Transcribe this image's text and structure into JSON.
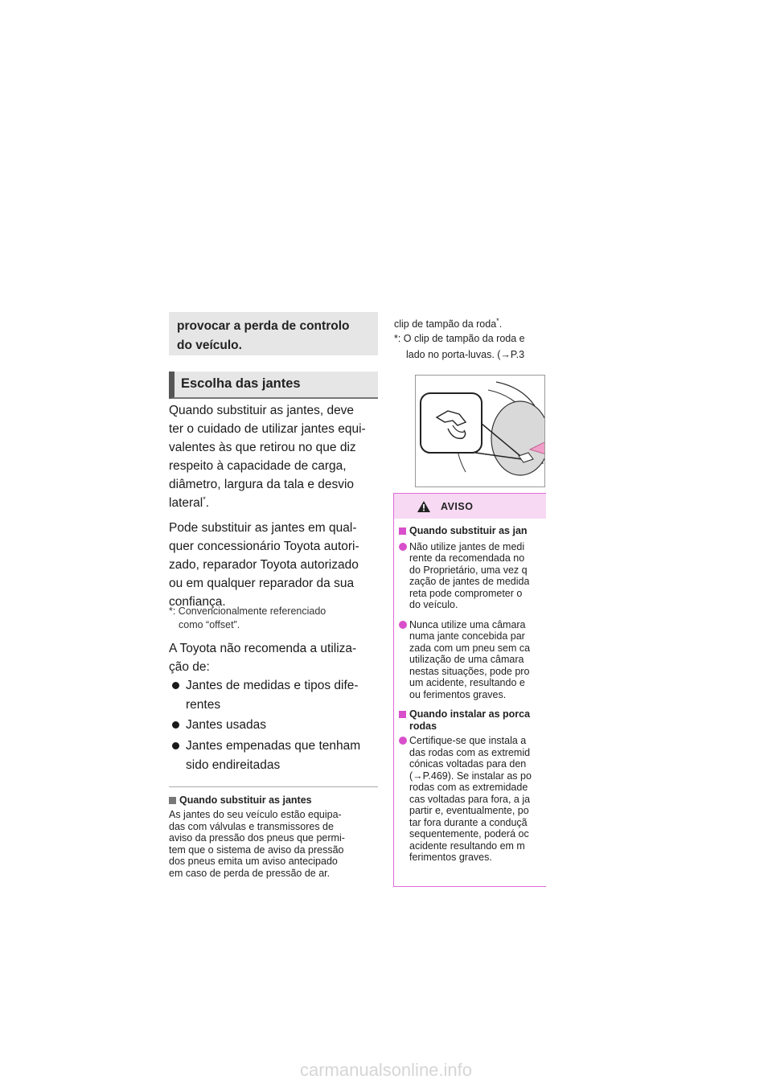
{
  "left": {
    "warning_tail": [
      "provocar a perda de controlo",
      "do veículo."
    ],
    "section_title": "Escolha das jantes",
    "para1": [
      "Quando substituir as jantes, deve",
      "ter o cuidado de utilizar jantes equi-",
      "valentes às que retirou no que diz",
      "respeito à capacidade de carga,",
      "diâmetro, largura da tala e desvio",
      "lateral"
    ],
    "para1_end": ".",
    "footnote_mark": "*",
    "para2": [
      "Pode substituir as jantes em qual-",
      "quer concessionário Toyota autori-",
      "zado, reparador Toyota autorizado",
      "ou em qualquer reparador da sua",
      "confiança."
    ],
    "footnote": [
      "*: Convencionalmente referenciado",
      "como “offset”."
    ],
    "para3": [
      "A Toyota não recomenda a utiliza-",
      "ção de:"
    ],
    "bullets": [
      [
        "Jantes de medidas e tipos dife-",
        "rentes"
      ],
      [
        "Jantes usadas"
      ],
      [
        "Jantes empenadas que tenham",
        "sido endireitadas"
      ]
    ],
    "info_title": "Quando substituir as jantes",
    "info_body": [
      "As jantes do seu veículo estão equipa-",
      "das com válvulas e transmissores de",
      "aviso da pressão dos pneus que permi-",
      "tem que o sistema de aviso da pressão",
      "dos pneus emita um aviso antecipado",
      "em caso de perda de pressão de ar."
    ]
  },
  "right": {
    "clip_line1": "clip de tampão da roda",
    "clip_line1_end": ".",
    "clip_line2": "*: O clip de tampão da roda e",
    "clip_line3": "lado no porta-luvas. (→P.3",
    "aviso_label": "AVISO",
    "sub1": "Quando substituir as jan",
    "b1": [
      "Não utilize jantes de medi",
      "rente da recomendada no",
      "do Proprietário, uma vez q",
      "zação de jantes de medida",
      "reta pode comprometer o",
      "do veículo."
    ],
    "b2": [
      "Nunca utilize uma câmara",
      "numa jante concebida par",
      "zada com um pneu sem ca",
      "utilização de uma câmara",
      "nestas situações, pode pro",
      "um acidente, resultando e",
      "ou ferimentos graves."
    ],
    "sub2": [
      "Quando instalar as porca",
      "rodas"
    ],
    "b3": [
      "Certifique-se que instala a",
      "das rodas com as extremid",
      "cónicas voltadas para den",
      "(→P.469). Se instalar as po",
      "rodas com as extremidade",
      "cas voltadas para fora, a ja",
      "partir e, eventualmente, po",
      "tar fora durante a conduçã",
      "sequentemente, poderá oc",
      "acidente resultando em m",
      "ferimentos graves."
    ]
  },
  "watermark": "carmanualsonline.info",
  "colors": {
    "accent_pink": "#d94fcb",
    "pink_bg": "#f7d9f3",
    "gray_bg": "#e6e6e6"
  }
}
